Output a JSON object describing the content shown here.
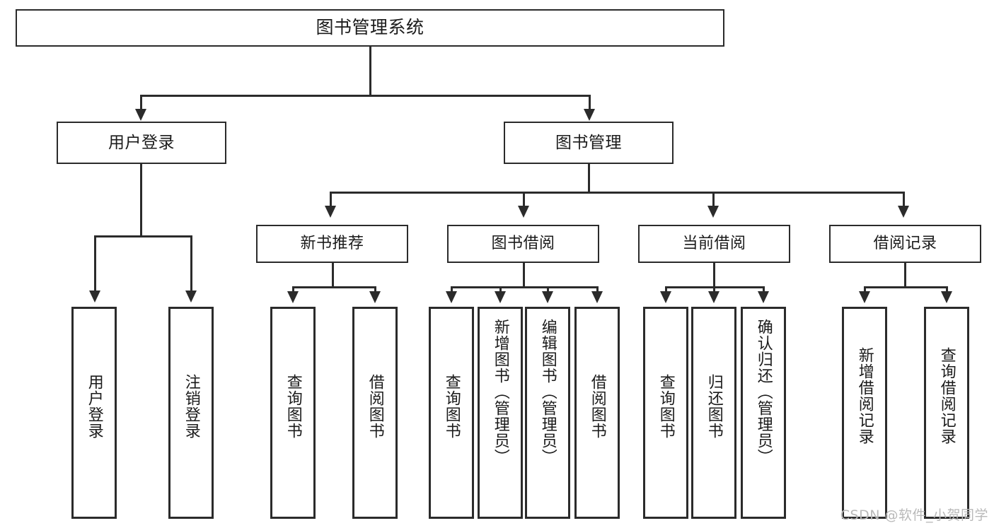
{
  "diagram": {
    "type": "tree",
    "title": "图书管理系统",
    "root": {
      "label": "图书管理系统"
    },
    "level2": [
      {
        "id": "user-login",
        "label": "用户登录"
      },
      {
        "id": "book-manage",
        "label": "图书管理"
      }
    ],
    "level3": [
      {
        "id": "new-book-recommend",
        "label": "新书推荐",
        "parent": "book-manage"
      },
      {
        "id": "book-borrow",
        "label": "图书借阅",
        "parent": "book-manage"
      },
      {
        "id": "current-borrow",
        "label": "当前借阅",
        "parent": "book-manage"
      },
      {
        "id": "borrow-record",
        "label": "借阅记录",
        "parent": "book-manage"
      }
    ],
    "leaves": [
      {
        "id": "leaf-user-login",
        "label": "用户登录",
        "parent": "user-login"
      },
      {
        "id": "leaf-user-logout",
        "label": "注销登录",
        "parent": "user-login"
      },
      {
        "id": "leaf-query-book-1",
        "label": "查询图书",
        "parent": "new-book-recommend"
      },
      {
        "id": "leaf-borrow-book-1",
        "label": "借阅图书",
        "parent": "new-book-recommend"
      },
      {
        "id": "leaf-query-book-2",
        "label": "查询图书",
        "parent": "book-borrow"
      },
      {
        "id": "leaf-add-book",
        "label": "新增图书（管理员）",
        "parent": "book-borrow"
      },
      {
        "id": "leaf-edit-book",
        "label": "编辑图书（管理员）",
        "parent": "book-borrow"
      },
      {
        "id": "leaf-borrow-book-2",
        "label": "借阅图书",
        "parent": "book-borrow"
      },
      {
        "id": "leaf-query-book-3",
        "label": "查询图书",
        "parent": "current-borrow"
      },
      {
        "id": "leaf-return-book",
        "label": "归还图书",
        "parent": "current-borrow"
      },
      {
        "id": "leaf-confirm-return",
        "label": "确认归还（管理员）",
        "parent": "current-borrow"
      },
      {
        "id": "leaf-add-record",
        "label": "新增借阅记录",
        "parent": "borrow-record"
      },
      {
        "id": "leaf-query-record",
        "label": "查询借阅记录",
        "parent": "borrow-record"
      }
    ],
    "colors": {
      "stroke": "#2b2b2b",
      "fill": "#ffffff",
      "text": "#1b1b1b",
      "watermark": "#b9b9b9"
    }
  },
  "watermark": {
    "text": "CSDN @软件_小贺同学"
  }
}
